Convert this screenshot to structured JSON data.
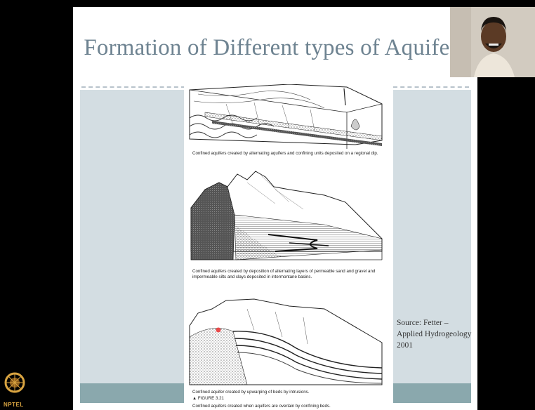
{
  "slide": {
    "title": "Formation of Different types of Aquifers",
    "source_line1": "Source: Fetter –",
    "source_line2": "Applied Hydrogeology",
    "source_line3": "2001"
  },
  "figure": {
    "caption_1": "Confined aquifers created by alternating aquifers and confining units deposited on a regional dip.",
    "caption_2a": "Confined aquifers created by deposition of alternating layers of permeable sand and gravel and",
    "caption_2b": "impermeable silts and clays deposited in intermontane basins.",
    "caption_3": "Confined aquifer created by upwarping of beds by intrusions.",
    "figure_number": "▲ FIGURE 3.21",
    "figure_caption": "Confined aquifers created when aquifers are overlain by confining beds."
  },
  "logo": {
    "text": "NPTEL"
  },
  "colors": {
    "title": "#6e8391",
    "panel": "#d3dde2",
    "teal_bar": "#8aa8ad",
    "pointer": "#e84a4a",
    "logo": "#d9a441"
  }
}
